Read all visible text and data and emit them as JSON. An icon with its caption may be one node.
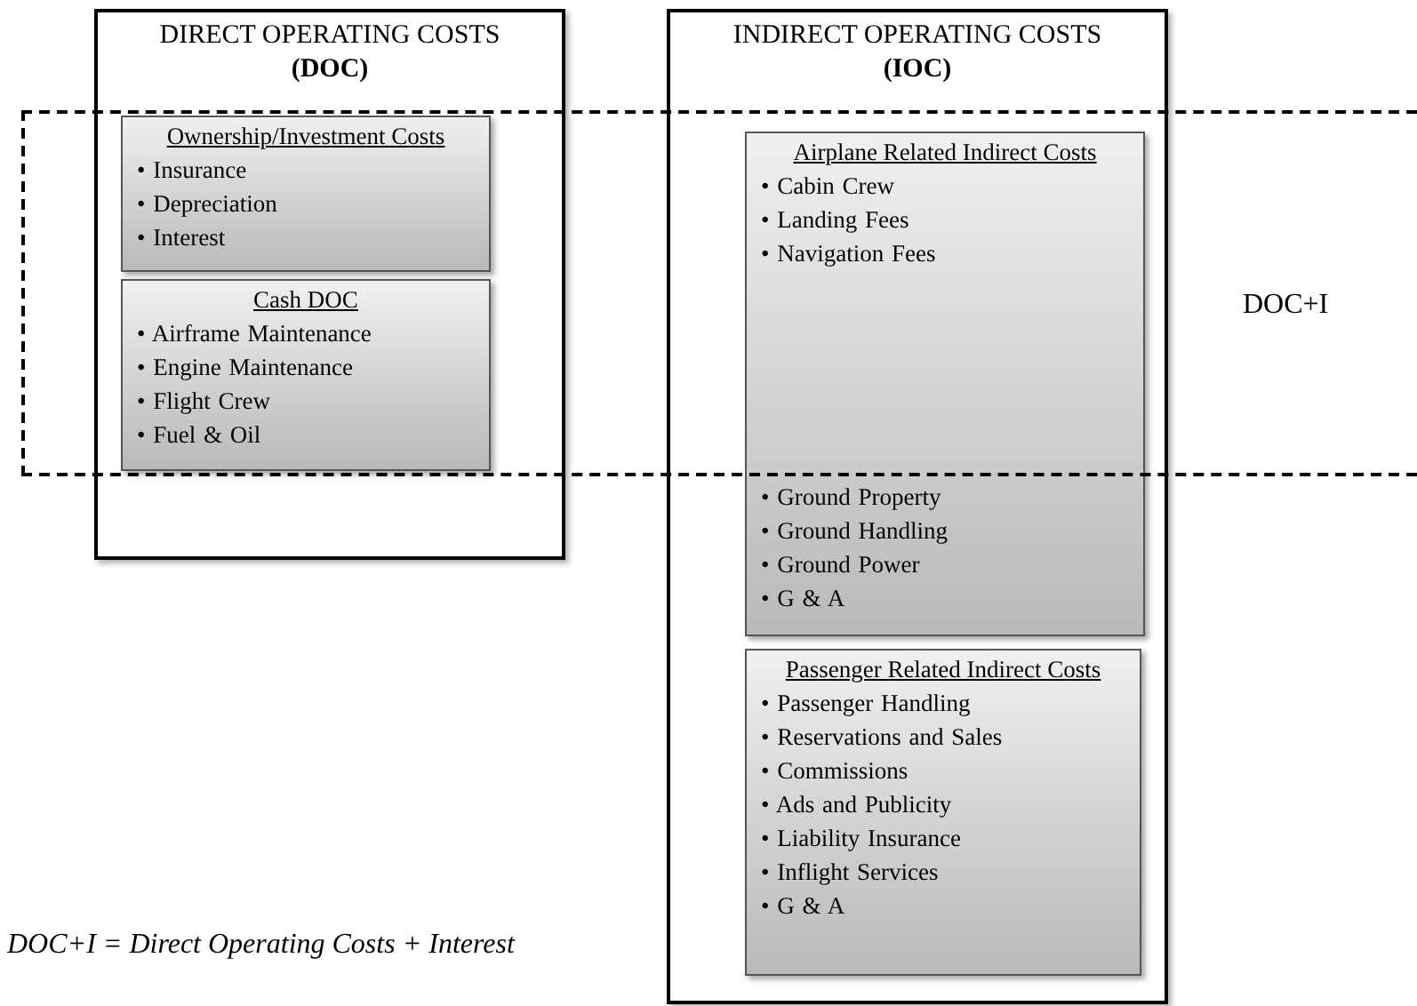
{
  "diagram": {
    "nodes": [
      {
        "text": [
          "DIRECT OPERATING COSTS **(DOC)**"
        ]
      },
      {
        "text": [
          "Ownership/Investment Costs",
          "• Insurance",
          "• Depreciation",
          "• Interest"
        ]
      },
      {
        "text": [
          "Cash DOC",
          "• Airframe Maintenance",
          "• Engine Maintenance",
          "• Flight Crew",
          "• Fuel & Oil"
        ]
      },
      {
        "text": [
          "INDIRECT OPERATING COSTS **(IOC)**"
        ]
      },
      {
        "text": [
          "Airplane Related Indirect Costs",
          "• Cabin Crew",
          "• Landing Fees",
          "• Navigation Fees",
          "• Ground Property",
          "• Ground Handling",
          "• Ground Power",
          "• G & A"
        ],
        "in": 3
      },
      {
        "text": [
          "Passenger Related Indirect Costs",
          "• Passenger Handling",
          "• Reservations and Sales",
          "• Commissions",
          "• Ads and Publicity",
          "• Liability Insurance",
          "• Inflight Services",
          "• G & A"
        ],
        "in": 3
      },
      {
        "text": [
          "DOC+I"
        ]
      }
    ],
    "edges": [],
    "labels": [
      "DOC+I = Direct Operating Costs + Interest"
    ]
  }
}
